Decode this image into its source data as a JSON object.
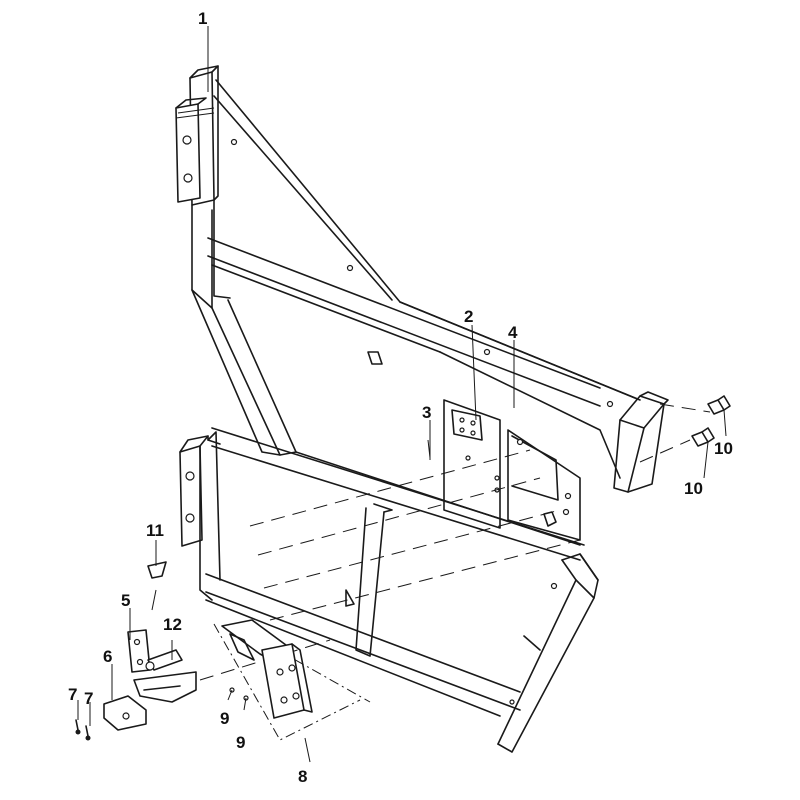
{
  "diagram": {
    "callouts": [
      {
        "id": "c1",
        "label": "1"
      },
      {
        "id": "c2",
        "label": "2"
      },
      {
        "id": "c3",
        "label": "3"
      },
      {
        "id": "c4",
        "label": "4"
      },
      {
        "id": "c5",
        "label": "5"
      },
      {
        "id": "c6",
        "label": "6"
      },
      {
        "id": "c7a",
        "label": "7"
      },
      {
        "id": "c7b",
        "label": "7"
      },
      {
        "id": "c8",
        "label": "8"
      },
      {
        "id": "c9a",
        "label": "9"
      },
      {
        "id": "c9b",
        "label": "9"
      },
      {
        "id": "c10a",
        "label": "10"
      },
      {
        "id": "c10b",
        "label": "10"
      },
      {
        "id": "c11",
        "label": "11"
      },
      {
        "id": "c12",
        "label": "12"
      }
    ],
    "colors": {
      "line": "#1a1a1a",
      "background": "#ffffff"
    }
  }
}
